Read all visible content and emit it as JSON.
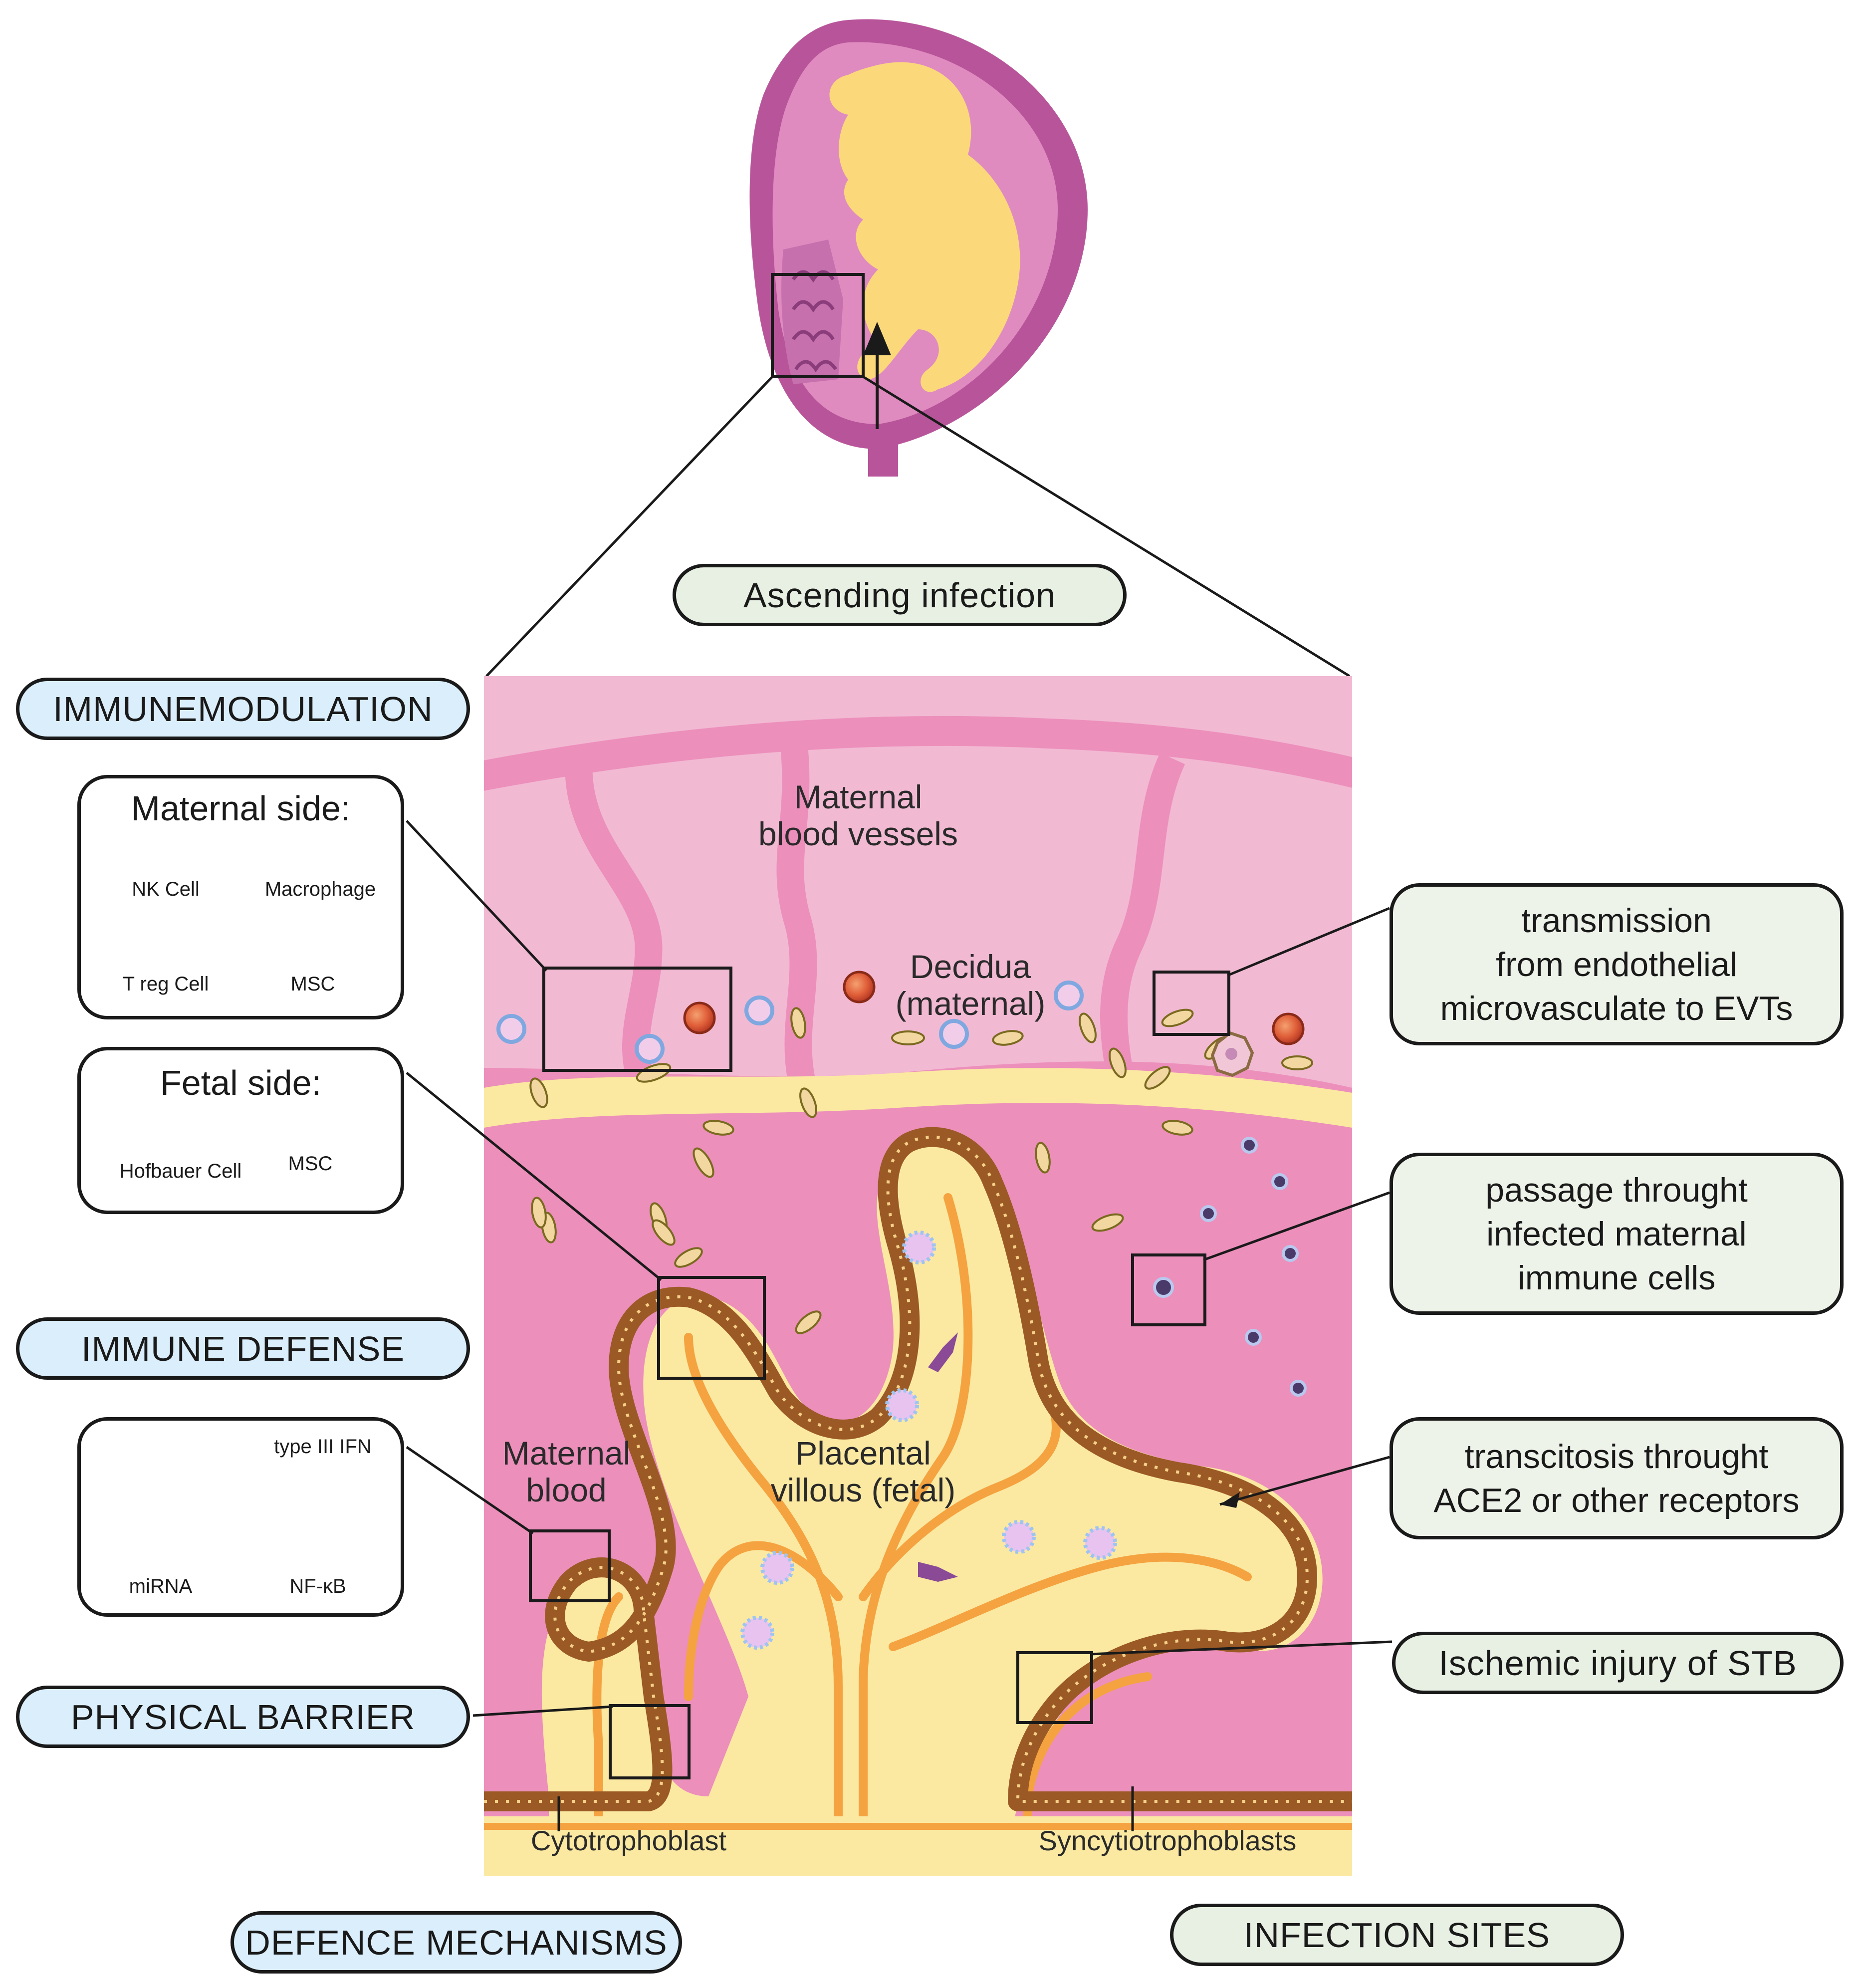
{
  "top_label": "Ascending infection",
  "left": {
    "immunemodulation": "IMMUNEMODULATION",
    "maternal_box": {
      "title": "Maternal side:",
      "nk": "NK Cell",
      "macrophage": "Macrophage",
      "treg": "T reg Cell",
      "msc": "MSC"
    },
    "fetal_box": {
      "title": "Fetal side:",
      "hofbauer": "Hofbauer Cell",
      "msc": "MSC"
    },
    "immune_defense": "IMMUNE DEFENSE",
    "defense_box": {
      "ifn": "type III IFN",
      "mirna": "miRNA",
      "nfkb": "NF-κB"
    },
    "physical_barrier": "PHYSICAL BARRIER",
    "footer": "DEFENCE MECHANISMS"
  },
  "right": {
    "site1": [
      "transmission",
      "from endothelial",
      "microvasculate to EVTs"
    ],
    "site2": [
      "passage throught",
      "infected maternal",
      "immune cells"
    ],
    "site3": [
      "transcitosis throught",
      "ACE2 or other receptors"
    ],
    "site4": "Ischemic injury of STB",
    "footer": "INFECTION SITES"
  },
  "diagram": {
    "maternal_vessels": [
      "Maternal",
      "blood vessels"
    ],
    "decidua": [
      "Decidua",
      "(maternal)"
    ],
    "placental_villous": [
      "Placental",
      "villous (fetal)"
    ],
    "maternal_blood": [
      "Maternal",
      "blood"
    ],
    "cytotrophoblast": "Cytotrophoblast",
    "syncytiotrophoblasts": "Syncytiotrophoblasts"
  },
  "colors": {
    "pink_light": "#f1b6cf",
    "pink_mid": "#ec8fbb",
    "pink_blood": "#ea88b6",
    "yellow": "#fbe9a2",
    "orange": "#f5a340",
    "brown": "#9b5a25",
    "uterus": "#b8559a",
    "fetus": "#fbd97a",
    "blue_pill": "#dbeefb",
    "green_pill": "#e7f0e2"
  }
}
